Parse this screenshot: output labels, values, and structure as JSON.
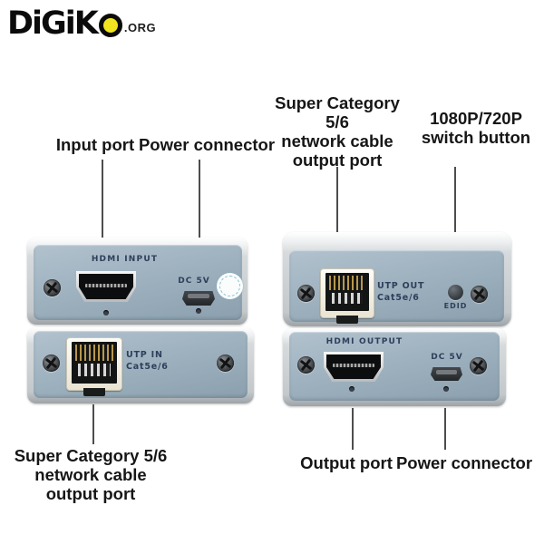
{
  "logo": {
    "brand": "DiGiKo",
    "brand_prefix": "DiGiK",
    "suffix": ".ORG",
    "accent_color": "#f2e41e"
  },
  "callouts": {
    "input_port": "Input port",
    "power_connector_top": "Power connector",
    "cat_cable_top": [
      "Super Category 5/6",
      "network cable",
      "output port"
    ],
    "switch_button": [
      "1080P/720P",
      "switch button"
    ],
    "cat_cable_bottom": [
      "Super Category 5/6",
      "network cable",
      "output port"
    ],
    "output_port": "Output port",
    "power_connector_bottom": "Power connector"
  },
  "devices": {
    "transmitter_front": {
      "port_label": "HDMI INPUT",
      "power_label": "DC 5V"
    },
    "transmitter_back": {
      "port_label": "UTP IN",
      "port_sub_label": "Cat5e/6"
    },
    "receiver_back": {
      "port_label": "UTP OUT",
      "port_sub_label": "Cat5e/6",
      "button_label": "EDID"
    },
    "receiver_front": {
      "port_label": "HDMI OUTPUT",
      "power_label": "DC 5V"
    }
  },
  "colors": {
    "device_face_light": "#b2c2ce",
    "device_face_dark": "#8b9fae",
    "device_rim": "#e6e8ea",
    "device_text": "#2d3f5a",
    "pointer_line": "#4d4d4d",
    "label_text": "#161616",
    "background": "#ffffff"
  }
}
